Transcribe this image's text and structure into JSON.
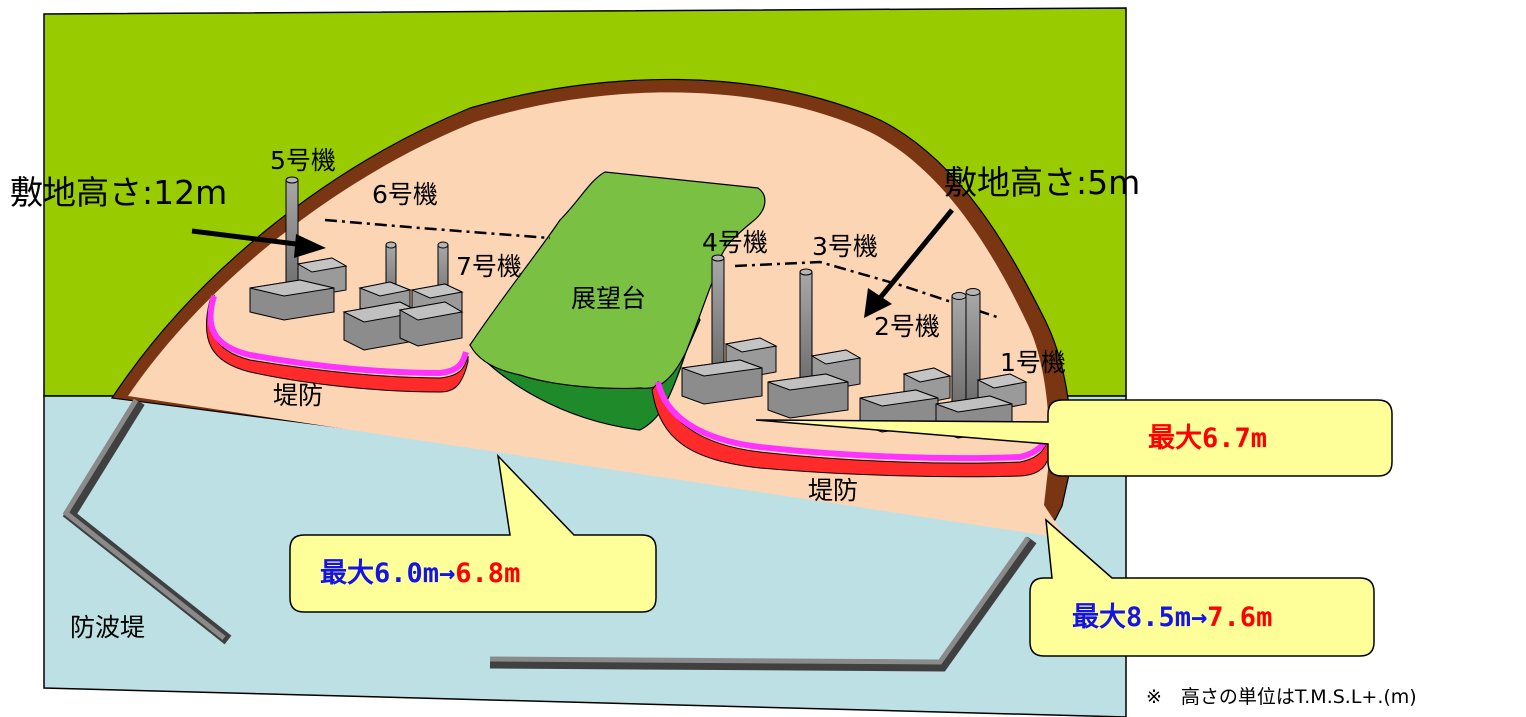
{
  "site_heights": {
    "left": "敷地高さ:12m",
    "right": "敷地高さ:5m"
  },
  "units": {
    "unit5": "5号機",
    "unit6": "6号機",
    "unit7": "7号機",
    "unit4": "4号機",
    "unit3": "3号機",
    "unit2": "2号機",
    "unit1": "1号機"
  },
  "places": {
    "observatory": "展望台",
    "levee_left": "堤防",
    "levee_right": "堤防",
    "breakwater": "防波堤"
  },
  "callouts": {
    "c1": {
      "prefix": "最大",
      "before": "6.0m",
      "arrow": "→",
      "after": "6.8m"
    },
    "c2": {
      "prefix": "最大",
      "value": "6.7m"
    },
    "c3": {
      "prefix": "最大",
      "before": "8.5m",
      "arrow": "→",
      "after": "7.6m"
    }
  },
  "footnote": "※　高さの単位はT.M.S.L+.(m)",
  "colors": {
    "background_land": "#99cc00",
    "sea": "#bde0e4",
    "site": "#fcd5b4",
    "cliff": "#7a3612",
    "observatory_top": "#7ac143",
    "observatory_side": "#1f8a2a",
    "wall_red": "#ff2a2a",
    "wall_magenta": "#ff33ff",
    "building": "#8c8c8c",
    "callout_fill": "#ffff99",
    "blue_text": "#1414e6",
    "red_text": "#ff0000"
  }
}
